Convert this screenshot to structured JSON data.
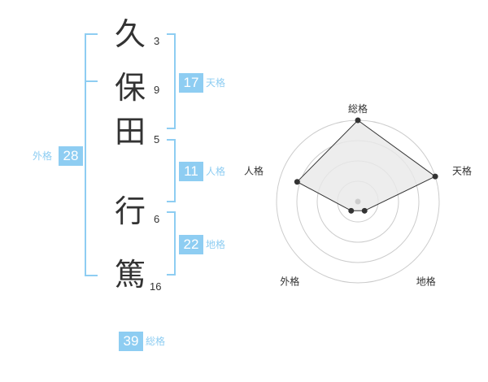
{
  "name": {
    "characters": [
      {
        "char": "久",
        "strokes": "3"
      },
      {
        "char": "保",
        "strokes": "9"
      },
      {
        "char": "田",
        "strokes": "5"
      },
      {
        "char": "行",
        "strokes": "6"
      },
      {
        "char": "篤",
        "strokes": "16"
      }
    ]
  },
  "fortune": {
    "tenkaku": {
      "value": "17",
      "label": "天格"
    },
    "jinkaku": {
      "value": "11",
      "label": "人格"
    },
    "chikaku": {
      "value": "22",
      "label": "地格"
    },
    "gaikaku": {
      "value": "28",
      "label": "外格"
    },
    "soukaku": {
      "value": "39",
      "label": "総格"
    }
  },
  "chart_data": {
    "type": "radar",
    "axes": [
      "総格",
      "天格",
      "地格",
      "外格",
      "人格"
    ],
    "values": [
      5,
      5,
      1,
      1,
      4
    ],
    "max": 5,
    "rings": 4,
    "colors": {
      "fill": "#e8e8e8",
      "stroke": "#333333",
      "grid": "#cccccc",
      "point": "#333333",
      "center": "#cccccc"
    }
  },
  "colors": {
    "accent": "#8ecdf2",
    "text": "#333333"
  }
}
